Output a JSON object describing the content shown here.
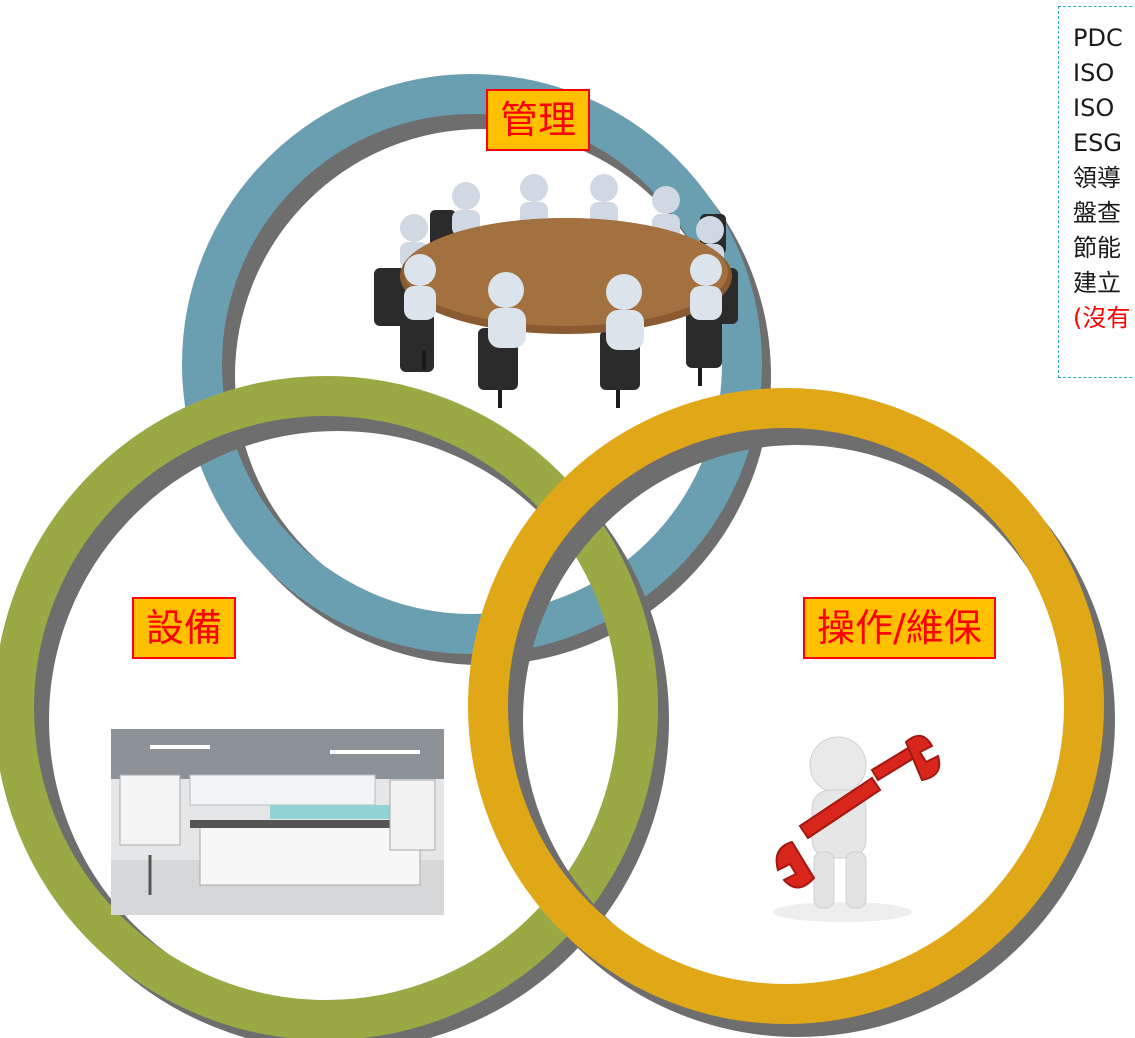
{
  "labels": {
    "management": "管理",
    "equipment": "設備",
    "operation": "操作/維保"
  },
  "note_lines": [
    "PDC",
    "ISO",
    "ISO",
    "ESG",
    "領導",
    "盤查",
    "節能",
    "建立",
    "(沒有"
  ],
  "colors": {
    "management_ring": "#6a9fb2",
    "equipment_ring": "#9aa944",
    "operation_ring": "#e0a817",
    "ring_shadow": "#6e6e6e",
    "label_fill": "#ffc000",
    "label_text": "#ff0000",
    "note_border": "#2ea6d9"
  },
  "icons": {
    "management": "conference-meeting-icon",
    "equipment": "laboratory-icon",
    "operation": "wrench-person-icon"
  }
}
